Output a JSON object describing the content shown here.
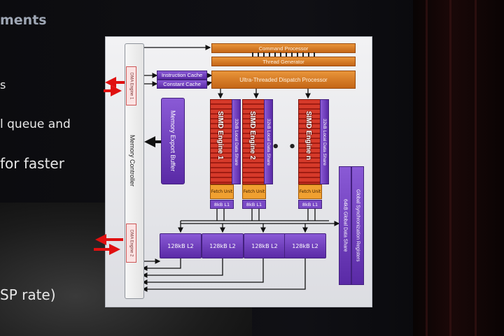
{
  "slide": {
    "heading_fragment": "ments",
    "bullet_fragments": [
      "s",
      "l queue and",
      "for faster",
      "SP rate)"
    ]
  },
  "diagram": {
    "command_processor": "Command Processor",
    "thread_generator": "Thread Generator",
    "instruction_cache": "Instruction Cache",
    "constant_cache": "Constant Cache",
    "dispatch_processor": "Ultra-Threaded Dispatch Processor",
    "memory_controller": "Memory Controller",
    "dma_engine_1": "DMA Engine 1",
    "dma_engine_2": "DMA Engine 2",
    "memory_export_buffer": "Memory Export Buffer",
    "simd_engines": [
      {
        "name": "SIMD Engine 1",
        "lds": "32kB Local Data Share",
        "fetch": "Fetch Unit",
        "l1": "8kB L1"
      },
      {
        "name": "SIMD Engine 2",
        "lds": "32kB Local Data Share",
        "fetch": "Fetch Unit",
        "l1": "8kB L1"
      },
      {
        "name": "SIMD Engine n",
        "lds": "32kB Local Data Share",
        "fetch": "Fetch Unit",
        "l1": "8kB L1"
      }
    ],
    "ellipsis": "• • •",
    "l2_caches": [
      "128kB L2",
      "128kB L2",
      "128kB L2",
      "128kB L2"
    ],
    "global_data_share": "64kB Global Data Share",
    "global_sync_registers": "Global Synchronization Registers"
  },
  "colors": {
    "orange_block": "#e0852a",
    "purple_block": "#6a3ab6",
    "simd_red": "#c42a1e",
    "arrow_red": "#e01010"
  }
}
